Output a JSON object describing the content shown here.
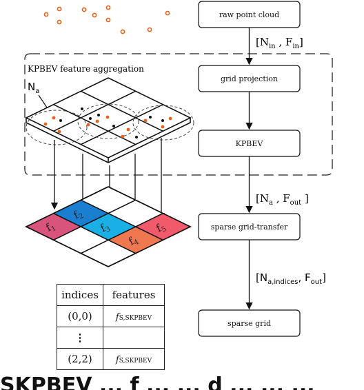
{
  "flow": {
    "boxes": [
      "raw point cloud",
      "grid projection",
      "KPBEV",
      "sparse grid-transfer",
      "sparse grid"
    ],
    "edge_labels": {
      "in": {
        "open": "[N",
        "sub1": "in",
        "mid": " , F",
        "sub2": "in",
        "close": "]"
      },
      "out": {
        "open": "[N",
        "sub1": "a",
        "mid": " , F",
        "sub2": "out",
        "close": " ]"
      },
      "indices": {
        "open": "[N",
        "sub1": "a,indices",
        "mid": ", F",
        "sub2": "out",
        "close": "]"
      }
    }
  },
  "aggregation": {
    "title": "KPBEV feature aggregation",
    "anchor_label": "N",
    "anchor_sub": "a"
  },
  "cells": [
    {
      "label": "f",
      "sub": "1",
      "color": "#d9547a"
    },
    {
      "label": "f",
      "sub": "2",
      "color": "#1a7fd0"
    },
    {
      "label": "f",
      "sub": "3",
      "color": "#1ab0e6"
    },
    {
      "label": "f",
      "sub": "4",
      "color": "#f07850"
    },
    {
      "label": "f",
      "sub": "5",
      "color": "#f05a6a"
    }
  ],
  "table": {
    "headers": [
      "indices",
      "features"
    ],
    "rows": [
      {
        "index": "(0,0)",
        "feature": "f",
        "feature_sub": "S,SKPBEV"
      },
      {
        "index": "⋮",
        "feature": "",
        "feature_sub": ""
      },
      {
        "index": "(2,2)",
        "feature": "f",
        "feature_sub": "S,SKPBEV"
      }
    ]
  },
  "caption": "SKPBEV ... f ... ... d ... ... ..."
}
